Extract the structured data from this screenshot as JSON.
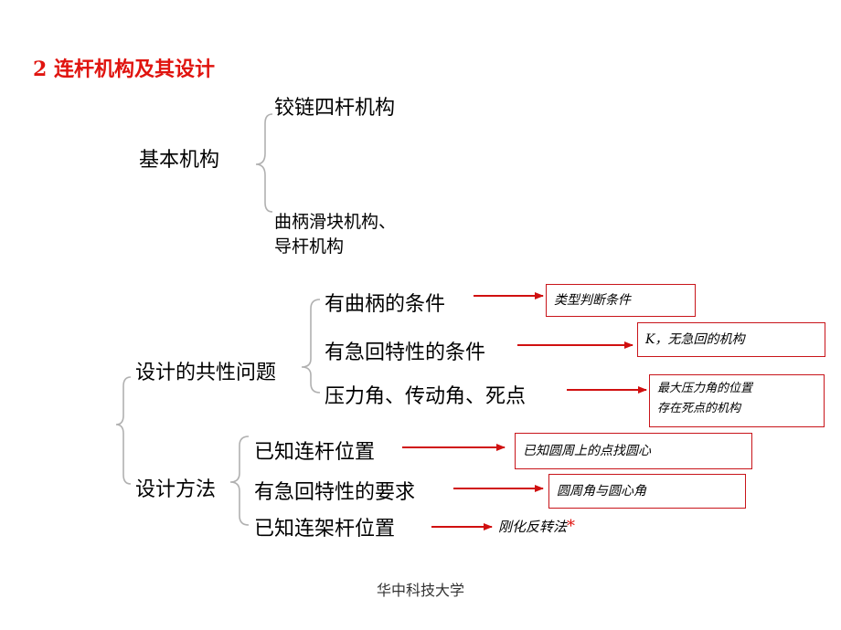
{
  "title": "2 连杆机构及其设计",
  "section1": {
    "root": "基本机构",
    "children": [
      "铰链四杆机构",
      "曲柄滑块机构、",
      "导杆机构"
    ]
  },
  "section2": {
    "root": "设计的共性问题",
    "items": [
      {
        "label": "有曲柄的条件",
        "note": "类型判断条件"
      },
      {
        "label": "有急回特性的条件",
        "note": "K，无急回的机构"
      },
      {
        "label": "压力角、传动角、死点",
        "note_line1": "最大压力角的位置",
        "note_line2": "存在死点的机构"
      }
    ]
  },
  "section3": {
    "root": "设计方法",
    "items": [
      {
        "label": "已知连杆位置",
        "note": "已知圆周上的点找圆心"
      },
      {
        "label": "有急回特性的要求",
        "note": "圆周角与圆心角"
      },
      {
        "label": "已知连架杆位置",
        "note": "刚化反转法",
        "mark": "*"
      }
    ]
  },
  "footer": "华中科技大学",
  "colors": {
    "accent": "#e0140f",
    "arrow": "#d01010",
    "brace": "#b0b0b0",
    "box_border": "#c8141a"
  }
}
